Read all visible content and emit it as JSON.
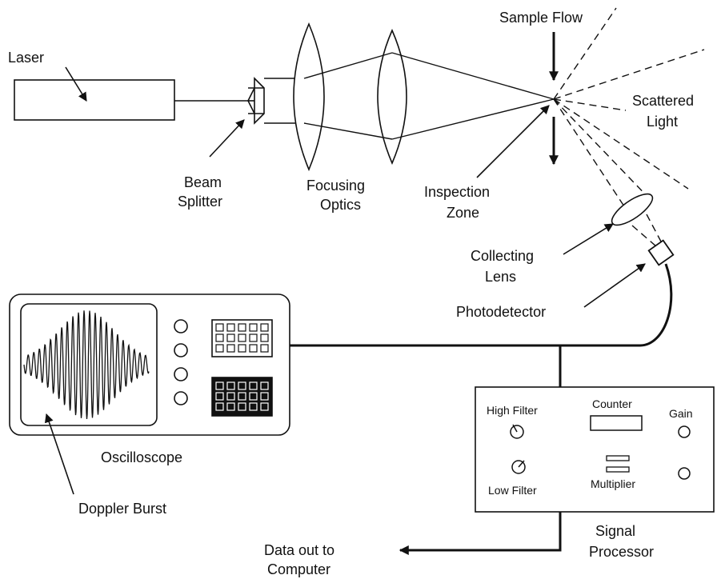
{
  "labels": {
    "laser": "Laser",
    "beam_splitter": [
      "Beam",
      "Splitter"
    ],
    "focusing_optics": [
      "Focusing",
      "Optics"
    ],
    "sample_flow": "Sample Flow",
    "inspection_zone": [
      "Inspection",
      "Zone"
    ],
    "scattered_light": [
      "Scattered",
      "Light"
    ],
    "collecting_lens": [
      "Collecting",
      "Lens"
    ],
    "photodetector": "Photodetector",
    "oscilloscope": "Oscilloscope",
    "doppler_burst": "Doppler Burst",
    "signal_processor": [
      "Signal",
      "Processor"
    ],
    "data_out": [
      "Data out to",
      "Computer"
    ]
  },
  "signal_processor_panel": {
    "high_filter": "High Filter",
    "low_filter": "Low Filter",
    "counter": "Counter",
    "multiplier": "Multiplier",
    "gain": "Gain"
  },
  "colors": {
    "line": "#111111",
    "background": "#ffffff"
  }
}
